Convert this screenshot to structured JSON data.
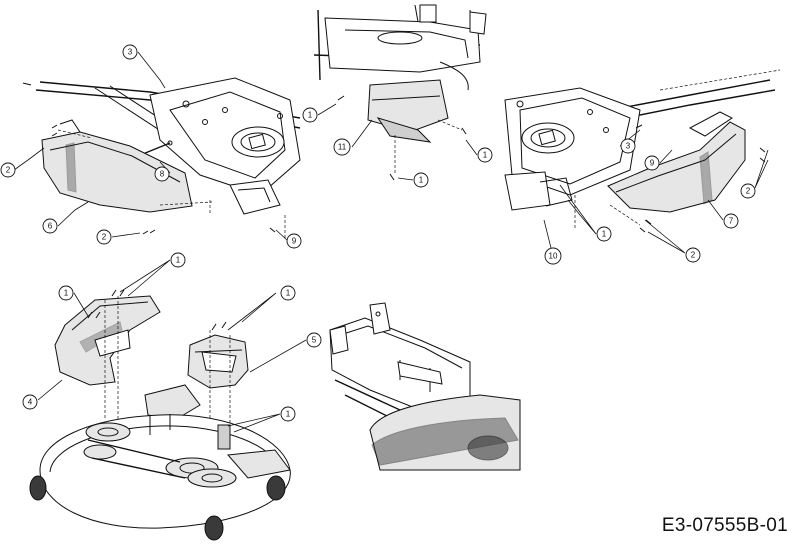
{
  "drawing_code": "E3-07555B-01",
  "callouts": [
    {
      "id": "c-3a",
      "label": "3"
    },
    {
      "id": "c-2a",
      "label": "2"
    },
    {
      "id": "c-8a",
      "label": "8"
    },
    {
      "id": "c-6",
      "label": "6"
    },
    {
      "id": "c-2b",
      "label": "2"
    },
    {
      "id": "c-9a",
      "label": "9"
    },
    {
      "id": "c-1a",
      "label": "1"
    },
    {
      "id": "c-11",
      "label": "11"
    },
    {
      "id": "c-1b",
      "label": "1"
    },
    {
      "id": "c-1c",
      "label": "1"
    },
    {
      "id": "c-3b",
      "label": "3"
    },
    {
      "id": "c-9b",
      "label": "9"
    },
    {
      "id": "c-2c",
      "label": "2"
    },
    {
      "id": "c-7",
      "label": "7"
    },
    {
      "id": "c-1d",
      "label": "1"
    },
    {
      "id": "c-10",
      "label": "10"
    },
    {
      "id": "c-2d",
      "label": "2"
    },
    {
      "id": "c-1e",
      "label": "1"
    },
    {
      "id": "c-1f",
      "label": "1"
    },
    {
      "id": "c-1g",
      "label": "1"
    },
    {
      "id": "c-5",
      "label": "5"
    },
    {
      "id": "c-4",
      "label": "4"
    },
    {
      "id": "c-1h",
      "label": "1"
    }
  ]
}
